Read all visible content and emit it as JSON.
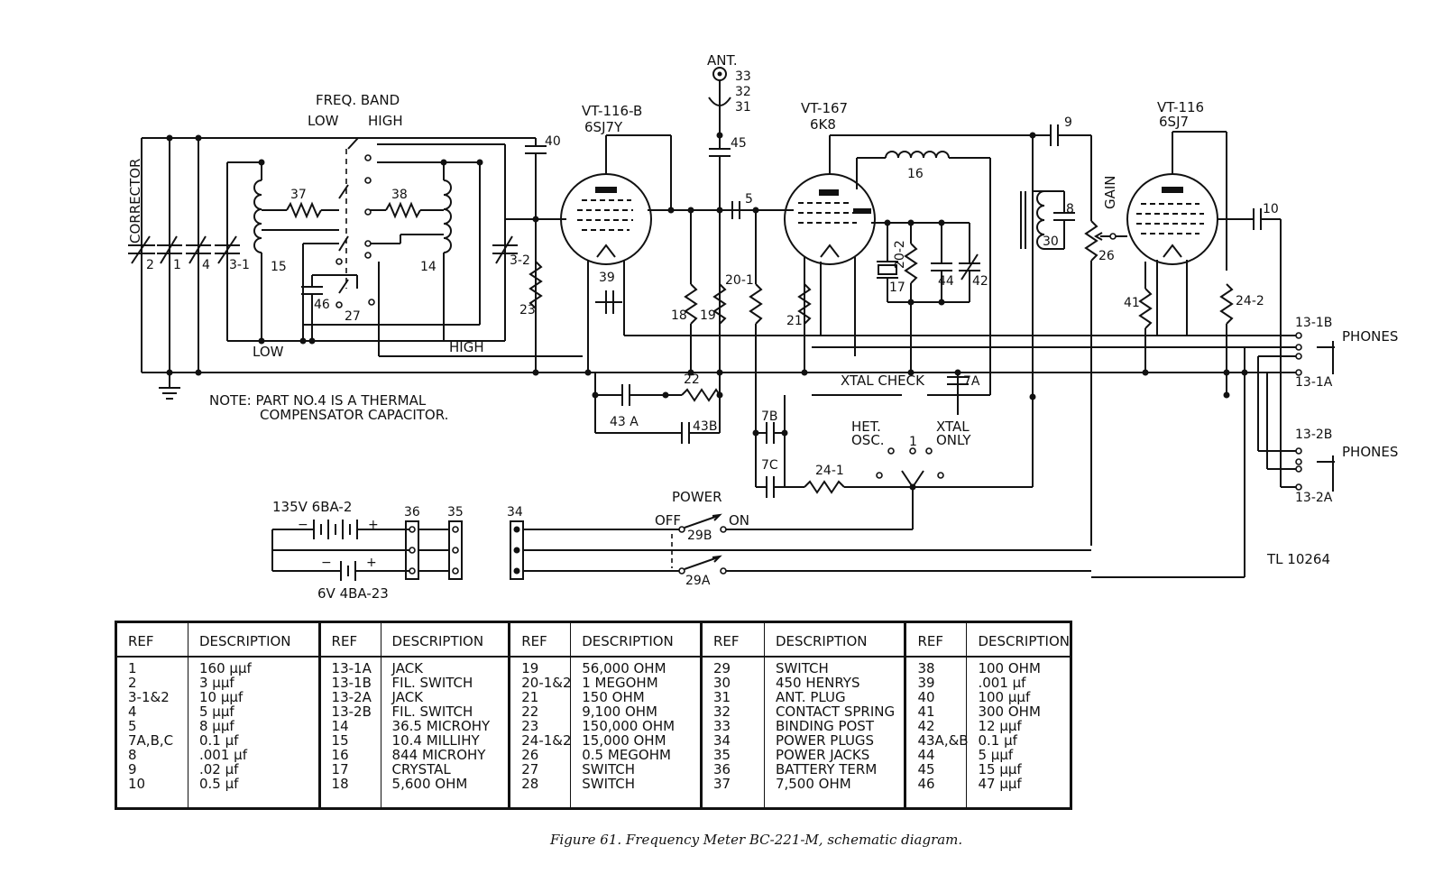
{
  "schematic": {
    "freq_band": "FREQ. BAND",
    "low": "LOW",
    "high": "HIGH",
    "corrector": "CORRECTOR",
    "low_bottom": "LOW",
    "high_bottom": "HIGH",
    "ant": "ANT.",
    "tube1_type": "VT-116-B",
    "tube1_base": "6SJ7Y",
    "tube2_type": "VT-167",
    "tube2_base": "6K8",
    "tube3_type": "VT-116",
    "tube3_base": "6SJ7",
    "gain": "GAIN",
    "phones_1": "PHONES",
    "phones_2": "PHONES",
    "xtal_check": "XTAL CHECK",
    "het_osc_1": "HET.",
    "het_osc_2": "OSC.",
    "xtal_only_1": "XTAL",
    "xtal_only_2": "ONLY",
    "note_1": "NOTE: PART NO.4 IS A THERMAL",
    "note_2": "COMPENSATOR CAPACITOR.",
    "power": "POWER",
    "off": "OFF",
    "on": "ON",
    "batt_hi": "135V  6BA-2",
    "batt_lo": "6V   4BA-23",
    "tl": "TL 10264",
    "labels": {
      "p2": "2",
      "p1": "1",
      "p4": "4",
      "p3_1": "3-1",
      "p3_2": "3-2",
      "p15": "15",
      "p14": "14",
      "p37": "37",
      "p38": "38",
      "p46": "46",
      "p27": "27",
      "p40": "40",
      "p23": "23",
      "p39": "39",
      "p33": "33",
      "p32": "32",
      "p31": "31",
      "p45": "45",
      "p5": "5",
      "p18": "18",
      "p19": "19",
      "p20_1": "20-1",
      "p21": "21",
      "p16": "16",
      "p20_2": "20-2",
      "p17": "17",
      "p44": "44",
      "p42": "42",
      "p9": "9",
      "p8": "8",
      "p30": "30",
      "p26": "26",
      "p10": "10",
      "p41": "41",
      "p24_2": "24-2",
      "p13_1b": "13-1B",
      "p13_1a": "13-1A",
      "p13_2b": "13-2B",
      "p13_2a": "13-2A",
      "p22": "22",
      "p43a": "43 A",
      "p43b": "43B",
      "p7a": "7A",
      "p7b": "7B",
      "p7c": "7C",
      "p24_1": "24-1",
      "sw1": "1",
      "p36": "36",
      "p35": "35",
      "p34": "34",
      "p29b": "29B",
      "p29a": "29A"
    }
  },
  "parts_table": {
    "columns": [
      {
        "ref_header": "REF",
        "desc_header": "DESCRIPTION",
        "refs": [
          "1",
          "2",
          "3-1&2",
          "4",
          "5",
          "7A,B,C",
          "8",
          "9",
          "10"
        ],
        "descs": [
          "160 µµf",
          "3 µµf",
          "10 µµf",
          "5 µµf",
          "8 µµf",
          "0.1 µf",
          ".001 µf",
          ".02 µf",
          "0.5 µf"
        ]
      },
      {
        "ref_header": "REF",
        "desc_header": "DESCRIPTION",
        "refs": [
          "13-1A",
          "13-1B",
          "13-2A",
          "13-2B",
          "14",
          "15",
          "16",
          "17",
          "18"
        ],
        "descs": [
          "JACK",
          "FIL. SWITCH",
          "JACK",
          "FIL. SWITCH",
          "36.5 MICROHY",
          "10.4 MILLIHY",
          "844 MICROHY",
          "CRYSTAL",
          "5,600 OHM"
        ]
      },
      {
        "ref_header": "REF",
        "desc_header": "DESCRIPTION",
        "refs": [
          "19",
          "20-1&2",
          "21",
          "22",
          "23",
          "24-1&2",
          "26",
          "27",
          "28"
        ],
        "descs": [
          "56,000 OHM",
          "1 MEGOHM",
          "150 OHM",
          "9,100 OHM",
          "150,000 OHM",
          "15,000 OHM",
          "0.5 MEGOHM",
          "SWITCH",
          "SWITCH"
        ]
      },
      {
        "ref_header": "REF",
        "desc_header": "DESCRIPTION",
        "refs": [
          "29",
          "30",
          "31",
          "32",
          "33",
          "34",
          "35",
          "36",
          "37"
        ],
        "descs": [
          "SWITCH",
          "450 HENRYS",
          "ANT. PLUG",
          "CONTACT SPRING",
          "BINDING POST",
          "POWER PLUGS",
          "POWER JACKS",
          "BATTERY TERM",
          "7,500 OHM"
        ]
      },
      {
        "ref_header": "REF",
        "desc_header": "DESCRIPTION",
        "refs": [
          "38",
          "39",
          "40",
          "41",
          "42",
          "43A,&B",
          "44",
          "45",
          "46"
        ],
        "descs": [
          "100 OHM",
          ".001 µf",
          "100 µµf",
          "300 OHM",
          "12 µµf",
          "0.1 µf",
          "5 µµf",
          "15 µµf",
          "47 µµf"
        ]
      }
    ]
  },
  "caption": "Figure 61.   Frequency Meter BC-221-M, schematic diagram."
}
